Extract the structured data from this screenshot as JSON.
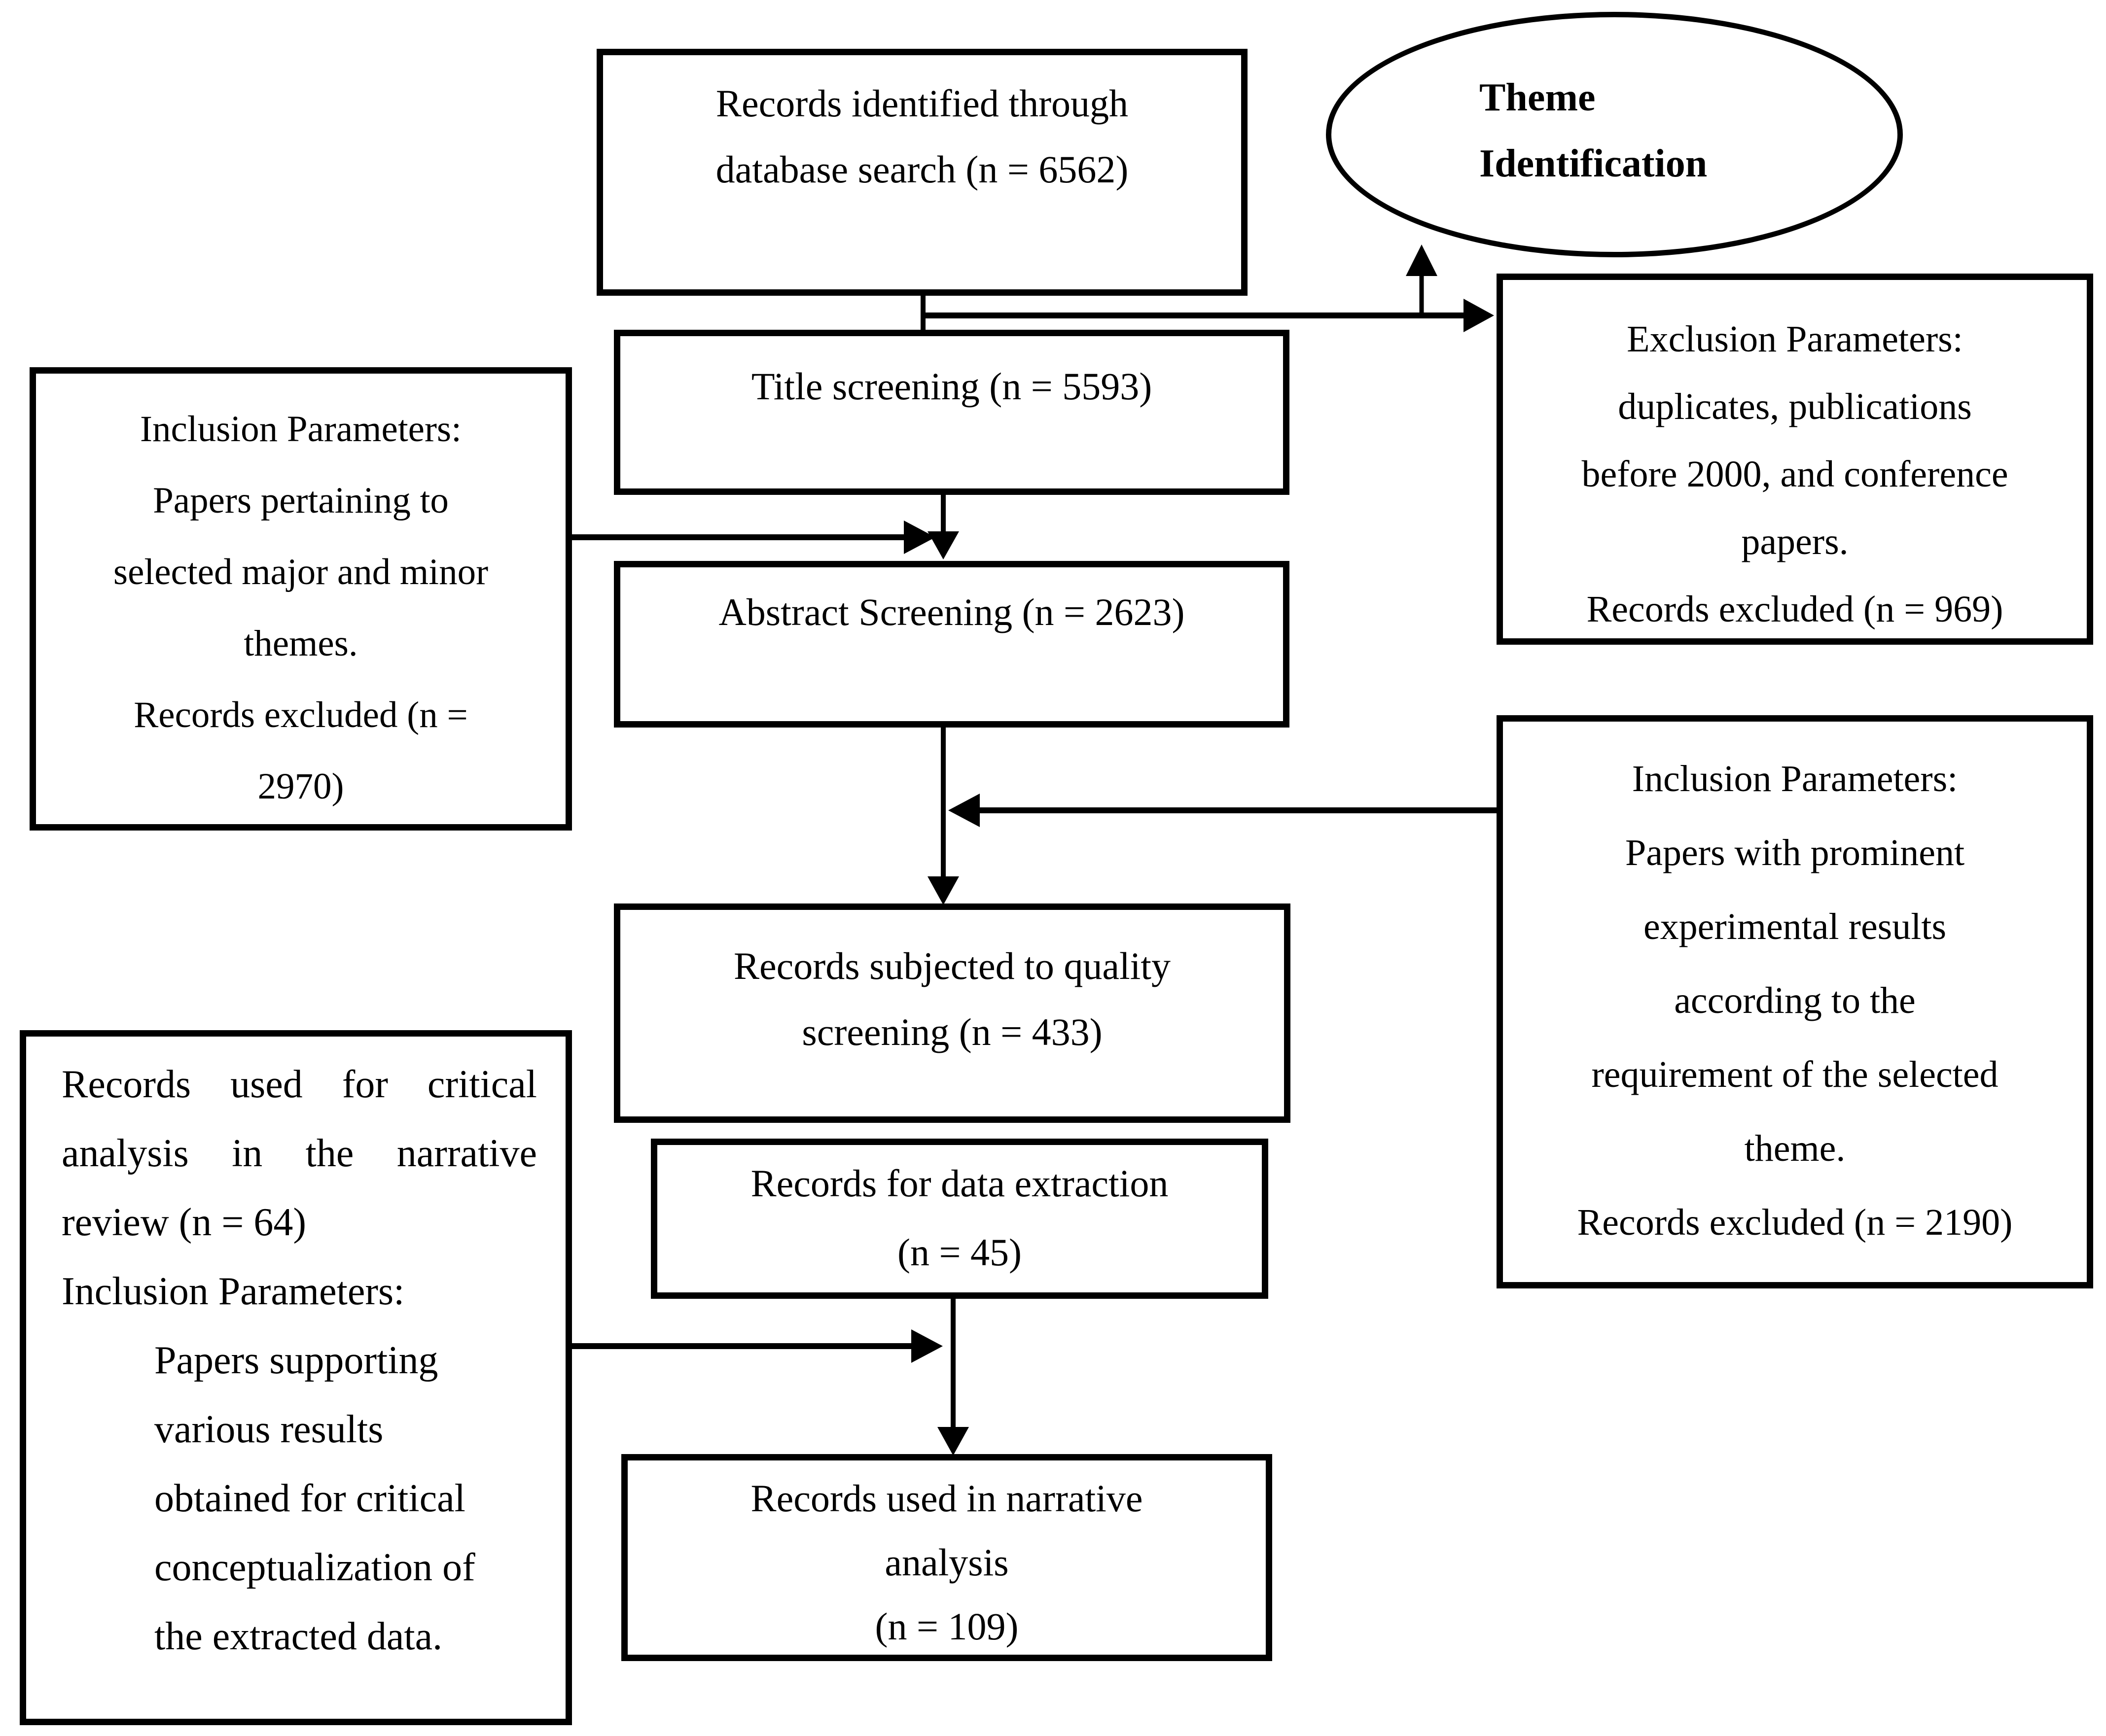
{
  "nodes": {
    "records_identified": {
      "lines": [
        "Records identified through",
        "database search (n = 6562)"
      ]
    },
    "theme_identification": {
      "lines": [
        "Theme",
        "Identification"
      ]
    },
    "exclusion_parameters": {
      "lines": [
        "Exclusion Parameters:",
        "duplicates, publications",
        "before 2000, and conference",
        "papers.",
        "Records excluded (n = 969)"
      ]
    },
    "title_screening": {
      "label": "Title screening (n = 5593)"
    },
    "inclusion_parameters_left": {
      "lines": [
        "Inclusion Parameters:",
        "Papers pertaining to",
        "selected major and minor",
        "themes.",
        "Records excluded (n =",
        "2970)"
      ]
    },
    "abstract_screening": {
      "label": "Abstract Screening (n = 2623)"
    },
    "inclusion_parameters_right": {
      "lines": [
        "Inclusion Parameters:",
        "Papers with prominent",
        "experimental results",
        "according to the",
        "requirement of the selected",
        "theme.",
        "Records excluded (n = 2190)"
      ]
    },
    "quality_screening": {
      "lines": [
        "Records subjected to quality",
        "screening (n = 433)"
      ]
    },
    "data_extraction": {
      "lines": [
        "Records for data extraction",
        "(n = 45)"
      ]
    },
    "critical_analysis": {
      "justified_lines": [
        "Records used for critical",
        "analysis in the narrative"
      ],
      "lines": [
        "review (n = 64)",
        "Inclusion Parameters:"
      ],
      "indented_lines": [
        "Papers supporting",
        "various results",
        "obtained for critical",
        "conceptualization of",
        "the extracted data."
      ]
    },
    "narrative_analysis": {
      "lines": [
        "Records used in narrative",
        "analysis",
        "(n = 109)"
      ]
    }
  },
  "colors": {
    "line": "#000000",
    "background": "#ffffff"
  }
}
